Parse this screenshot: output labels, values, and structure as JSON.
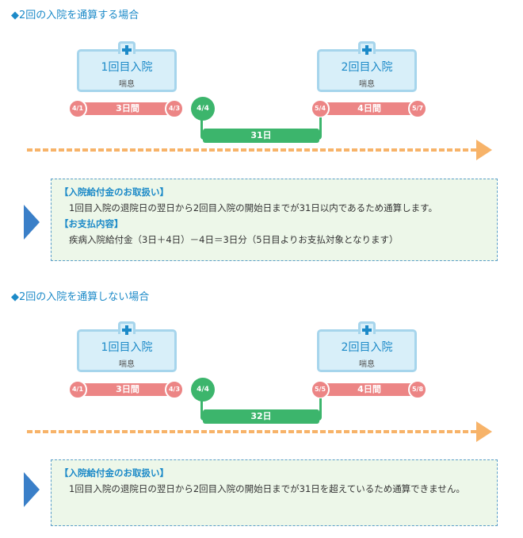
{
  "section1": {
    "heading": "◆2回の入院を通算する場合",
    "stay1": {
      "title": "1回目入院",
      "subtitle": "喘息",
      "start": "4/1",
      "end": "4/3",
      "days": "3日間"
    },
    "stay2": {
      "title": "2回目入院",
      "subtitle": "喘息",
      "start": "5/4",
      "end": "5/7",
      "days": "4日間"
    },
    "gap_start": "4/4",
    "gap_days": "31日",
    "info": {
      "label1": "【入院給付金のお取扱い】",
      "text1": "1回目入院の退院日の翌日から2回目入院の開始日までが31日以内であるため通算します。",
      "label2": "【お支払内容】",
      "text2": "疾病入院給付金（3日＋4日）－4日＝3日分（5日目よりお支払対象となります）"
    }
  },
  "section2": {
    "heading": "◆2回の入院を通算しない場合",
    "stay1": {
      "title": "1回目入院",
      "subtitle": "喘息",
      "start": "4/1",
      "end": "4/3",
      "days": "3日間"
    },
    "stay2": {
      "title": "2回目入院",
      "subtitle": "喘息",
      "start": "5/5",
      "end": "5/8",
      "days": "4日間"
    },
    "gap_start": "4/4",
    "gap_days": "32日",
    "info": {
      "label1": "【入院給付金のお取扱い】",
      "text1": "1回目入院の退院日の翌日から2回目入院の開始日までが31日を超えているため通算できません。"
    }
  },
  "colors": {
    "heading": "#1c8ac8",
    "card_fill": "#d8eff9",
    "card_border": "#a6d5ec",
    "stay_bar": "#ec8585",
    "gap": "#3cb56c",
    "timeline": "#f7b369",
    "pointer": "#3a7fc8",
    "info_fill": "#edf7e9"
  }
}
